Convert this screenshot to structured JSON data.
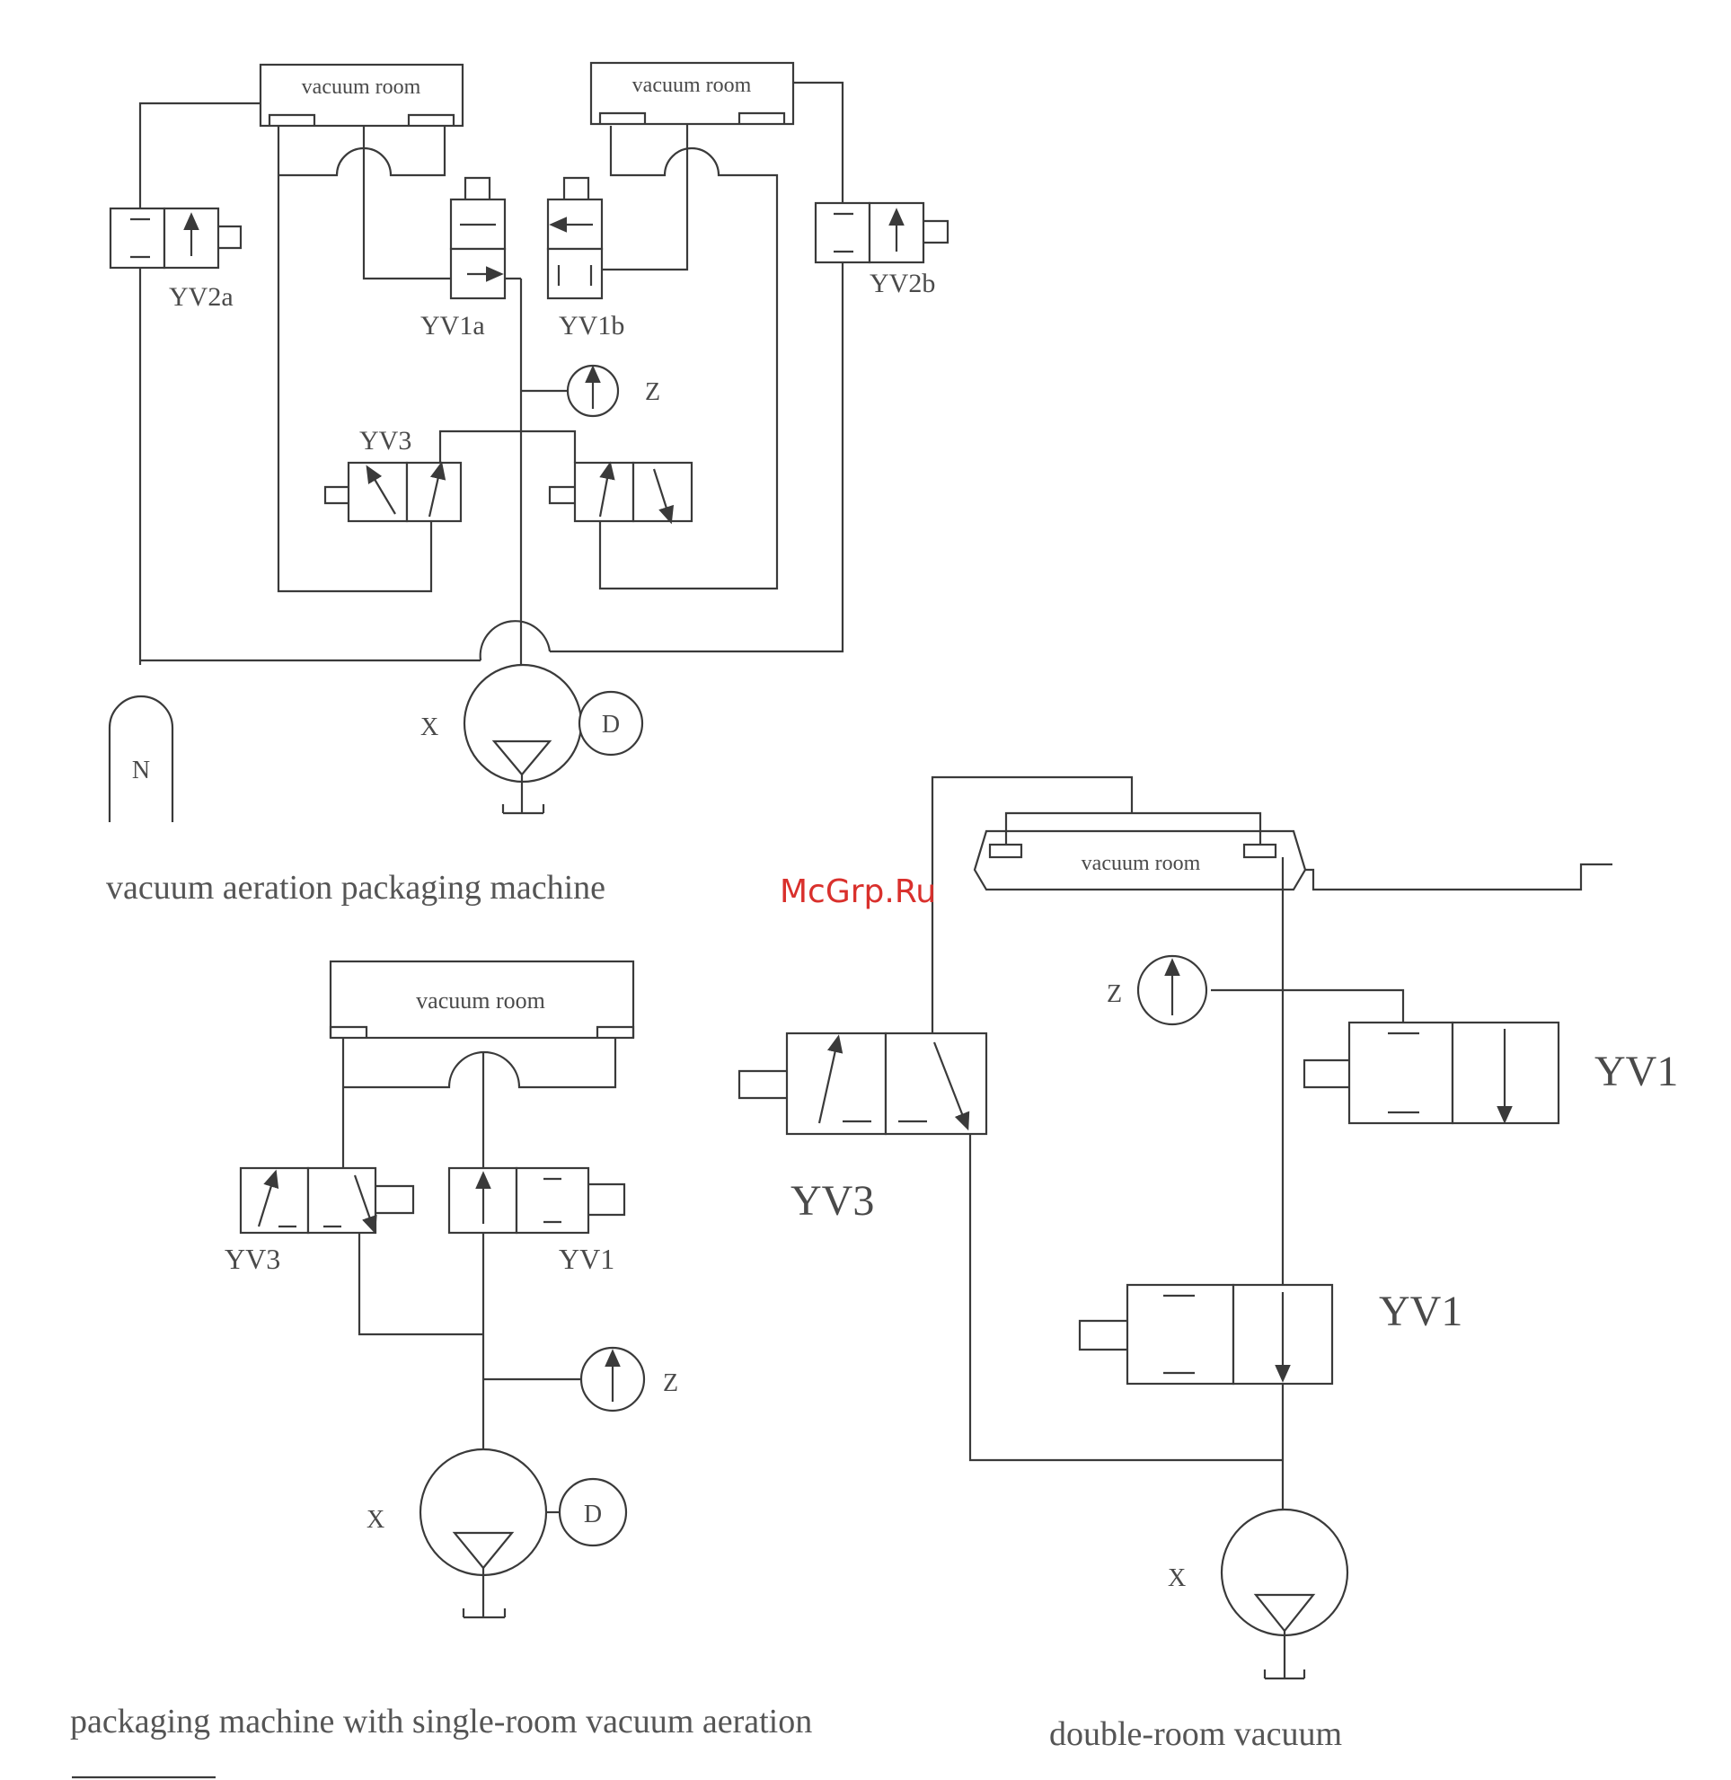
{
  "diagrams": [
    {
      "caption": "vacuum aeration packaging machine",
      "rooms": [
        "vacuum room",
        "vacuum room"
      ],
      "valves": [
        "YV2a",
        "YV2b",
        "YV1a",
        "YV1b",
        "YV3"
      ],
      "gauge": "Z",
      "pump": "X",
      "motor": "D",
      "tank": "N"
    },
    {
      "caption": "packaging machine with single-room vacuum aeration",
      "rooms": [
        "vacuum room"
      ],
      "valves": [
        "YV3",
        "YV1"
      ],
      "gauge": "Z",
      "pump": "X",
      "motor": "D"
    },
    {
      "caption": "double-room vacuum",
      "rooms": [
        "vacuum room"
      ],
      "valves": [
        "YV3",
        "YV1",
        "YV1"
      ],
      "gauge": "Z",
      "pump": "X"
    }
  ],
  "watermark": "McGrp.Ru",
  "colors": {
    "line": "#3a3a3a",
    "watermark": "#d9302c"
  }
}
